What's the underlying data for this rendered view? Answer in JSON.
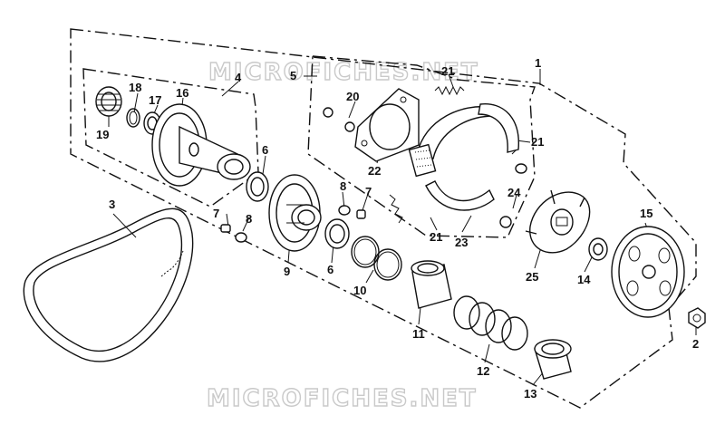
{
  "watermark": {
    "top": "MICROFICHES.NET",
    "bottom": "MICROFICHES.NET"
  },
  "callouts": [
    {
      "id": "c1",
      "text": "1"
    },
    {
      "id": "c2",
      "text": "2"
    },
    {
      "id": "c3",
      "text": "3"
    },
    {
      "id": "c4",
      "text": "4"
    },
    {
      "id": "c5",
      "text": "5"
    },
    {
      "id": "c6a",
      "text": "6"
    },
    {
      "id": "c6b",
      "text": "6"
    },
    {
      "id": "c7a",
      "text": "7"
    },
    {
      "id": "c7b",
      "text": "7"
    },
    {
      "id": "c8a",
      "text": "8"
    },
    {
      "id": "c8b",
      "text": "8"
    },
    {
      "id": "c9",
      "text": "9"
    },
    {
      "id": "c10",
      "text": "10"
    },
    {
      "id": "c11",
      "text": "11"
    },
    {
      "id": "c12",
      "text": "12"
    },
    {
      "id": "c13",
      "text": "13"
    },
    {
      "id": "c14",
      "text": "14"
    },
    {
      "id": "c15",
      "text": "15"
    },
    {
      "id": "c16",
      "text": "16"
    },
    {
      "id": "c17",
      "text": "17"
    },
    {
      "id": "c18",
      "text": "18"
    },
    {
      "id": "c19",
      "text": "19"
    },
    {
      "id": "c20",
      "text": "20"
    },
    {
      "id": "c21a",
      "text": "21"
    },
    {
      "id": "c21b",
      "text": "21"
    },
    {
      "id": "c21c",
      "text": "21"
    },
    {
      "id": "c22",
      "text": "22"
    },
    {
      "id": "c23",
      "text": "23"
    },
    {
      "id": "c24",
      "text": "24"
    },
    {
      "id": "c25",
      "text": "25"
    }
  ]
}
